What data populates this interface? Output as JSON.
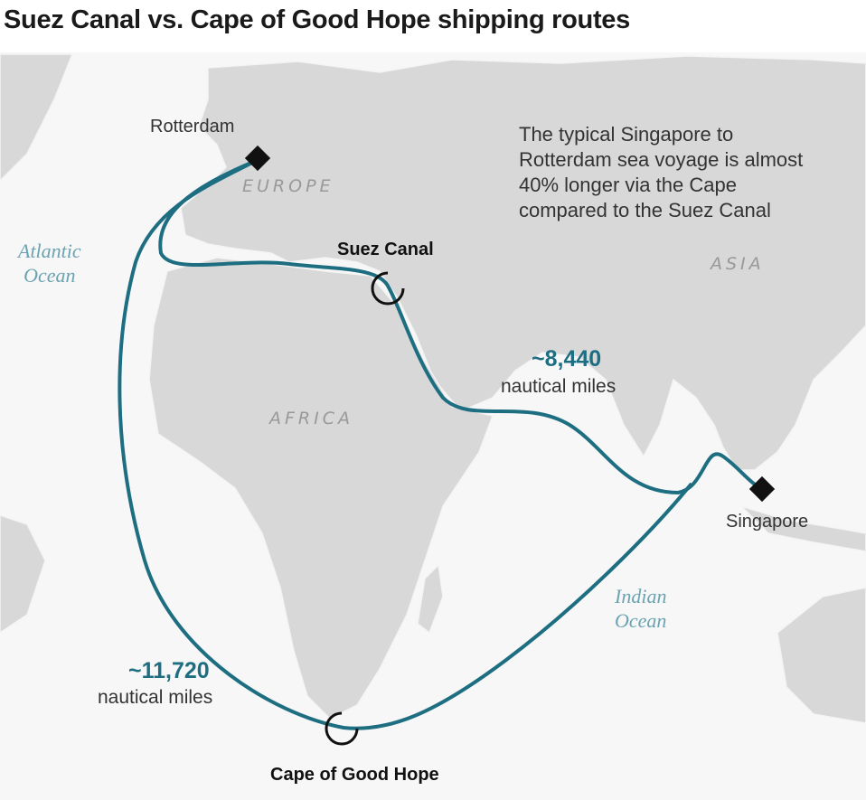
{
  "title": "Suez Canal vs. Cape of Good Hope shipping routes",
  "note": "The typical Singapore to Rotterdam sea voyage is almost 40% longer via the Cape compared to the Suez Canal",
  "cities": {
    "rotterdam": "Rotterdam",
    "singapore": "Singapore"
  },
  "chokepoints": {
    "suez": "Suez Canal",
    "cape": "Cape of Good Hope"
  },
  "regions": {
    "europe": "EUROPE",
    "asia": "ASIA",
    "africa": "AFRICA"
  },
  "oceans": {
    "atlantic": [
      "Atlantic",
      "Ocean"
    ],
    "indian": [
      "Indian",
      "Ocean"
    ]
  },
  "routes": {
    "suez": {
      "distance": "~8,440",
      "unit": "nautical miles"
    },
    "cape": {
      "distance": "~11,720",
      "unit": "nautical miles"
    }
  },
  "colors": {
    "route": "#1e6e82",
    "land": "#d8d8d8",
    "sea": "#f7f7f7"
  }
}
